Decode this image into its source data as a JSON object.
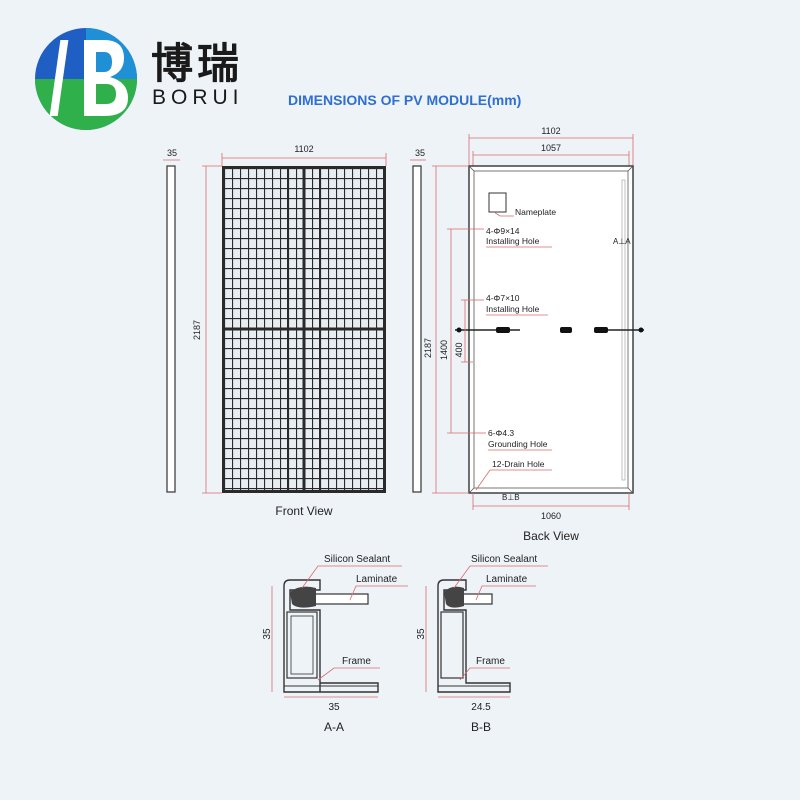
{
  "brand": {
    "name_cn": "博瑞",
    "name_en": "BORUI",
    "colors": {
      "blue": "#1f67c9",
      "green": "#2fb04a",
      "title": "#2f6fd1",
      "dimension": "#e06060"
    }
  },
  "title": "DIMENSIONS OF PV MODULE(mm)",
  "front_view": {
    "caption": "Front View",
    "width": "1102",
    "height": "2187",
    "side_thickness": "35"
  },
  "back_view": {
    "caption": "Back View",
    "overall_width": "1102",
    "inner_width": "1057",
    "bottom_width": "1060",
    "height": "2187",
    "hole_spacing": "1400",
    "ground_spacing": "400",
    "side_thickness": "35",
    "section_a_marker": "A⊥A",
    "section_b_marker": "B⊥B",
    "callouts": {
      "nameplate": "Nameplate",
      "installing_hole_1_spec": "4-Φ9×14",
      "installing_hole_1_label": "Installing Hole",
      "installing_hole_2_spec": "4-Φ7×10",
      "installing_hole_2_label": "Installing Hole",
      "grounding_spec": "6-Φ4.3",
      "grounding_label": "Grounding Hole",
      "drain": "12-Drain Hole"
    }
  },
  "sections": [
    {
      "id": "A-A",
      "caption": "A-A",
      "height": "35",
      "width": "35",
      "labels": {
        "sealant": "Silicon Sealant",
        "laminate": "Laminate",
        "frame": "Frame"
      }
    },
    {
      "id": "B-B",
      "caption": "B-B",
      "height": "35",
      "width": "24.5",
      "labels": {
        "sealant": "Silicon Sealant",
        "laminate": "Laminate",
        "frame": "Frame"
      }
    }
  ]
}
